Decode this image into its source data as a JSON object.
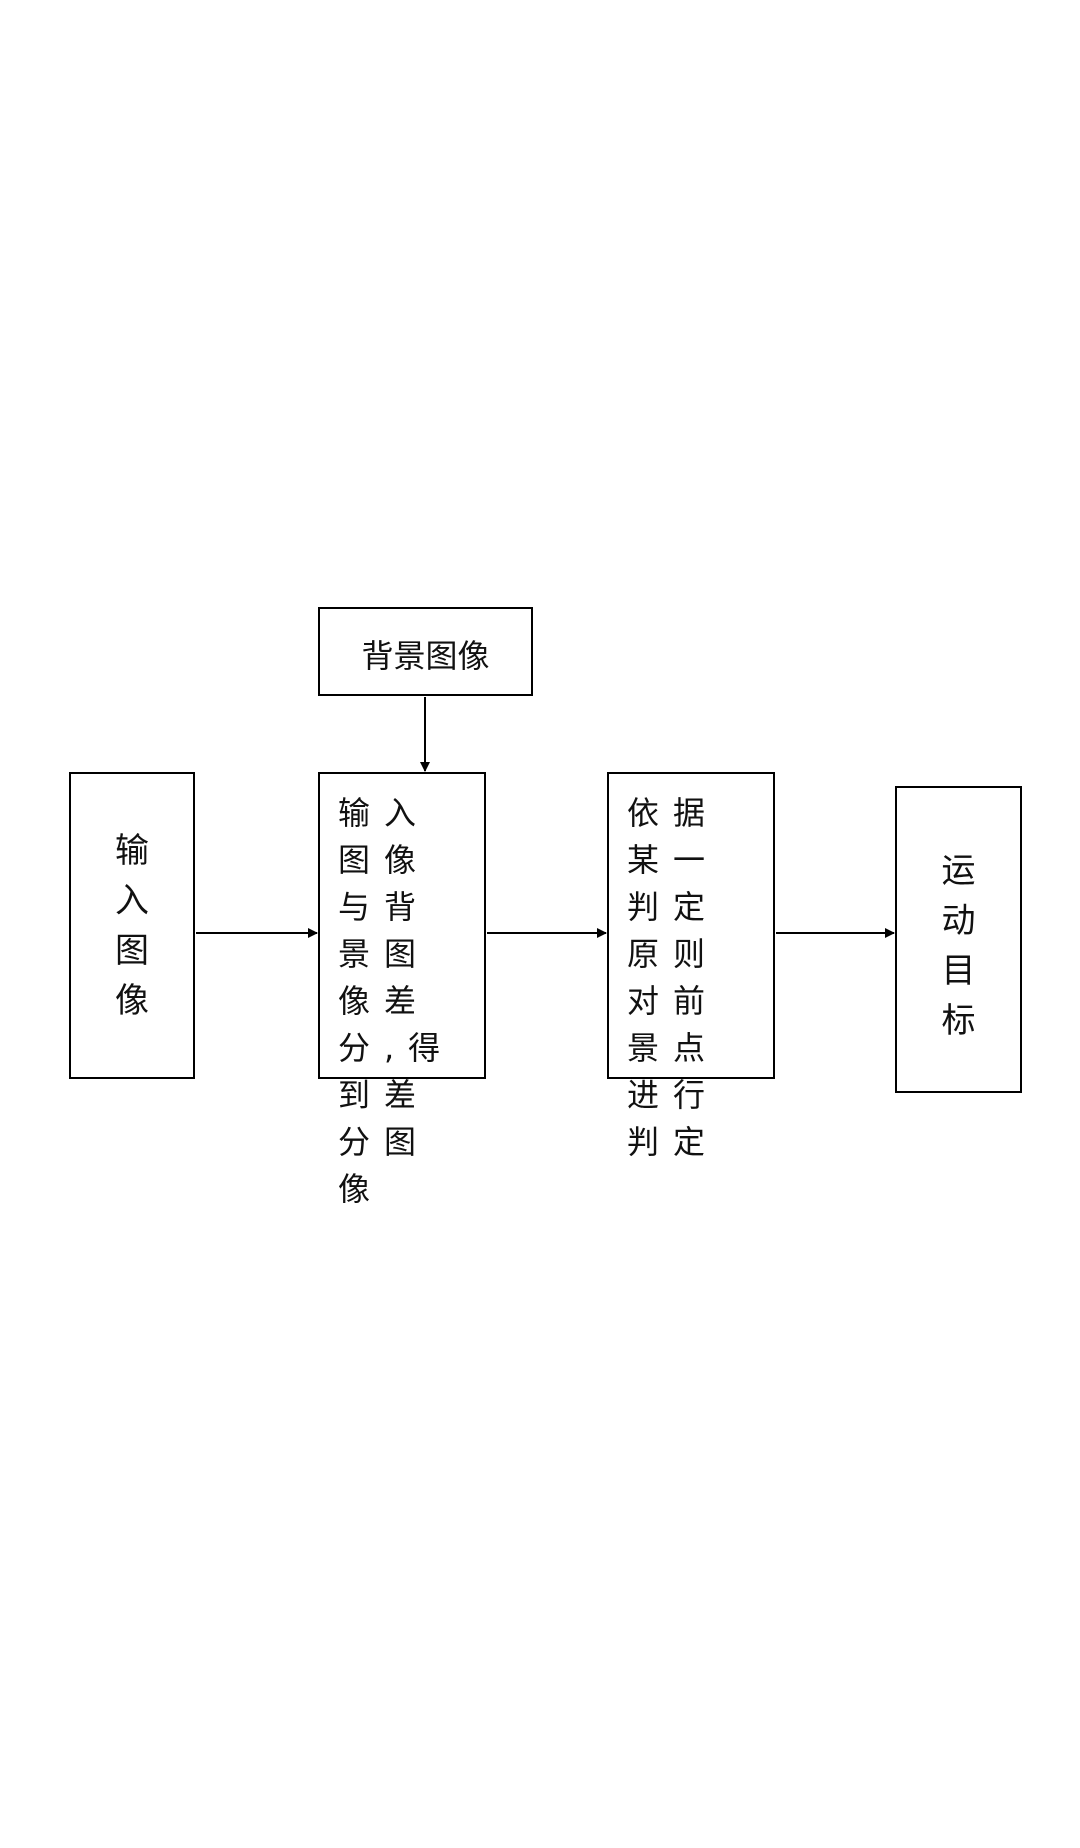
{
  "diagram": {
    "nodes": {
      "background_image": "背景图像",
      "input_image": "输入图像",
      "difference": "输入图像与背景图像差分,得到差分图像",
      "judgement": "依据某一判定原则对前景点进行判定",
      "moving_target": "运动目标"
    },
    "edges": [
      {
        "from": "background_image",
        "to": "difference"
      },
      {
        "from": "input_image",
        "to": "difference"
      },
      {
        "from": "difference",
        "to": "judgement"
      },
      {
        "from": "judgement",
        "to": "moving_target"
      }
    ]
  }
}
